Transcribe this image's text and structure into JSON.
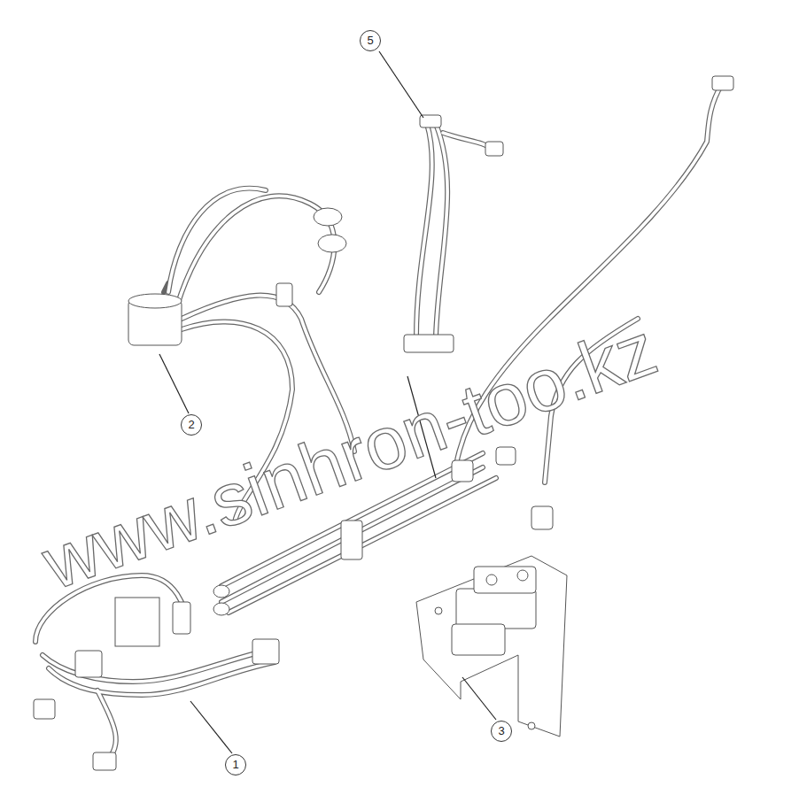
{
  "diagram": {
    "labels": [
      "5",
      "2",
      "www.sinhron-too.kz",
      "1",
      "3"
    ]
  }
}
